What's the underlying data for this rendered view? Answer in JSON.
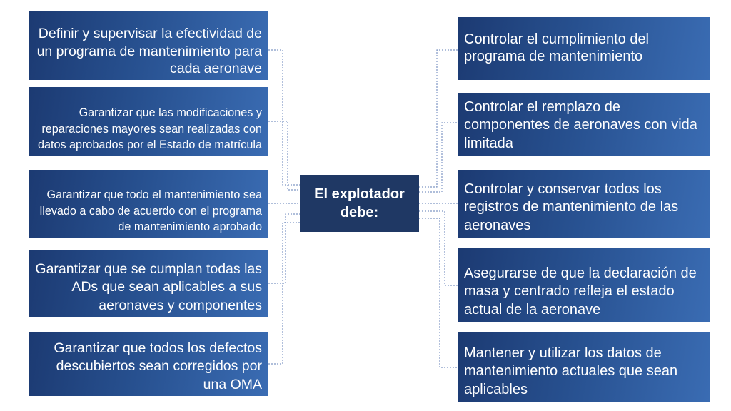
{
  "center": {
    "label": "El explotador debe:"
  },
  "left_boxes": [
    "Definir y supervisar la efectividad de un programa de mantenimiento para cada aeronave",
    "Garantizar que las modificaciones y reparaciones mayores sean realizadas con datos aprobados por el Estado de matrícula",
    "Garantizar que todo el mantenimiento sea llevado a cabo de acuerdo con el programa de mantenimiento aprobado",
    "Garantizar que se cumplan todas las ADs que sean aplicables a sus aeronaves y componentes",
    "Garantizar que todos los defectos descubiertos sean corregidos por una OMA"
  ],
  "right_boxes": [
    "Controlar el cumplimiento del programa de mantenimiento",
    "Controlar el remplazo de componentes de aeronaves con vida limitada",
    "Controlar y conservar todos los registros de mantenimiento de las aeronaves",
    "Asegurarse de que la declaración de masa y centrado refleja el estado actual de la aeronave",
    "Mantener y utilizar los datos de mantenimiento actuales que sean aplicables"
  ],
  "colors": {
    "box_dark": "#1c3a72",
    "box_light": "#3a6cb3",
    "center_box": "#1f3864",
    "connector": "#7f97c4",
    "text": "#ffffff"
  }
}
